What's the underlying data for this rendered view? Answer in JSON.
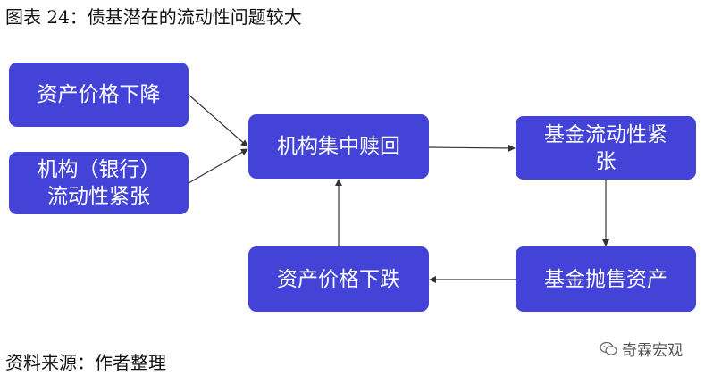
{
  "figure_title": "图表 24：债基潜在的流动性问题较大",
  "nodes": {
    "asset_price_fall": "资产价格下降",
    "institution_liquidity_tight": "机构（银行）\n流动性紧张",
    "concentrated_redemption": "机构集中赎回",
    "fund_liquidity_tight": "基金流动性紧\n张",
    "fund_asset_selloff": "基金抛售资产",
    "asset_price_drop": "资产价格下跌"
  },
  "source": "资料来源：作者整理",
  "watermark": {
    "text": "奇霖宏观",
    "icon": "wechat-icon"
  },
  "colors": {
    "node_fill": "#4343d8",
    "node_text": "#ffffff",
    "arrow": "#333333"
  }
}
